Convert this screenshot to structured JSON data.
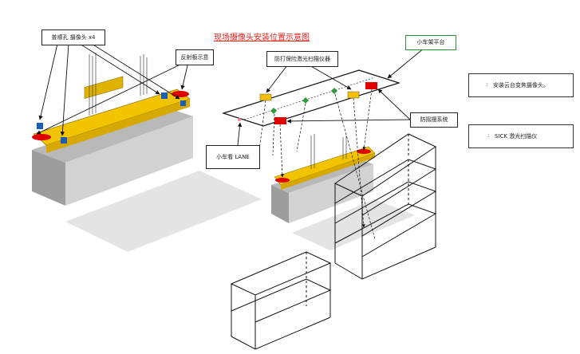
{
  "title": "现场摄像头安装位置示意图",
  "callouts": {
    "camera": "普顺孔 摄像头 x4",
    "reflector": "反射板示意",
    "anti_collision": "防打保险激光扫描仪器",
    "trolley_platform": "小车架平台",
    "anti_sway": "防摇摆系统",
    "trolley_lane": "小车看 LANE"
  },
  "legend": {
    "ptz_camera": "安装云台变焦摄像头。",
    "sick_scanner": "SICK 激光扫描仪",
    "separator": ":"
  },
  "colors": {
    "crane_yellow": "#f2c400",
    "title_red": "#e0201a",
    "marker_green": "#2e9c3c",
    "marker_yellow": "#f6c000",
    "marker_red": "#e00000",
    "camera_blue": "#1a5fb4"
  }
}
